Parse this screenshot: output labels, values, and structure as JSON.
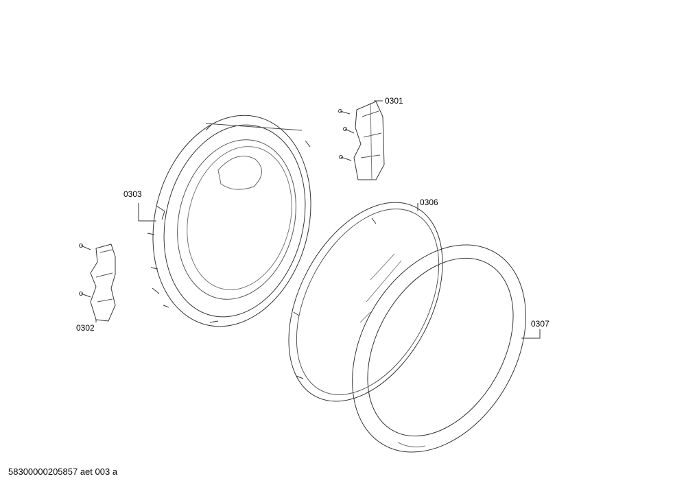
{
  "parts": [
    {
      "id": "hinge-right",
      "label": "0301"
    },
    {
      "id": "hinge-left",
      "label": "0302"
    },
    {
      "id": "door-frame",
      "label": "0303"
    },
    {
      "id": "door-glass",
      "label": "0306"
    },
    {
      "id": "door-ring",
      "label": "0307"
    }
  ],
  "footer": {
    "text": "58300000205857 aet 003 a"
  }
}
